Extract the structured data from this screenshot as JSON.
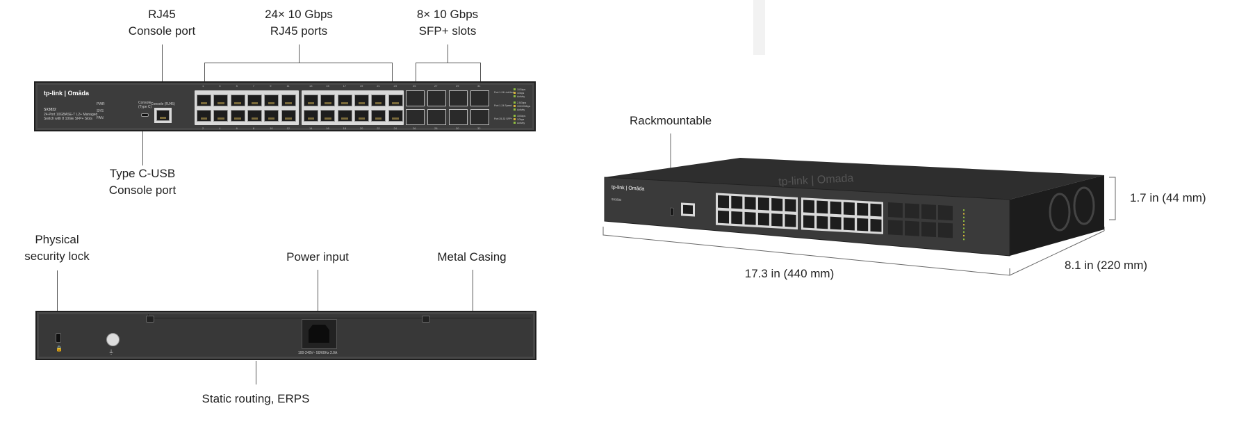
{
  "front_callouts": {
    "rj45_console": [
      "RJ45",
      "Console port"
    ],
    "rj45_ports": [
      "24× 10 Gbps",
      "RJ45 ports"
    ],
    "sfp_slots": [
      "8× 10 Gbps",
      "SFP+ slots"
    ],
    "usb_console": [
      "Type C-USB",
      "Console port"
    ]
  },
  "back_callouts": {
    "security_lock": [
      "Physical",
      "security lock"
    ],
    "power_input": "Power input",
    "metal_casing": "Metal Casing",
    "static_routing": "Static routing, ERPS"
  },
  "iso_callouts": {
    "rackmountable": "Rackmountable",
    "height": "1.7 in (44 mm)",
    "width": "17.3  in (440 mm)",
    "depth": "8.1  in (220 mm)"
  },
  "device": {
    "brand": "tp-link | Omāda",
    "model": "SX3832",
    "description": [
      "24-Port 10GBASE-T L2+ Managed",
      "Switch with 8 10GE SFP+ Slots"
    ],
    "status_leds": [
      "PWR",
      "SYS",
      "FAN"
    ],
    "console_usb_label": [
      "Console",
      "(Type C)"
    ],
    "console_rj45_label": "Console (RJ45)",
    "port_numbers_top": [
      "1",
      "3",
      "5",
      "7",
      "9",
      "11",
      "13",
      "15",
      "17",
      "19",
      "21",
      "23"
    ],
    "port_numbers_bottom": [
      "2",
      "4",
      "6",
      "8",
      "10",
      "12",
      "14",
      "16",
      "18",
      "20",
      "22",
      "24"
    ],
    "sfp_numbers_top": [
      "25",
      "27",
      "29",
      "31"
    ],
    "sfp_numbers_bottom": [
      "26",
      "28",
      "30",
      "32"
    ],
    "led_legend": [
      {
        "group": "Port 1-24 Link/Act",
        "items": [
          "10Gbps",
          "1Gbps",
          "Activity"
        ]
      },
      {
        "group": "Port 1-24 Speed",
        "items": [
          "2.5Gbps",
          "100/10Mbps",
          "Activity"
        ]
      },
      {
        "group": "Port 25-32 SFP+",
        "items": [
          "10Gbps",
          "1Gbps",
          "Activity"
        ]
      }
    ],
    "power_rating": "100-240V~ 50/60Hz 2.0A"
  },
  "colors": {
    "panel": "#3c3c3c",
    "port_block": "#d9d9d9",
    "line": "#555555"
  }
}
